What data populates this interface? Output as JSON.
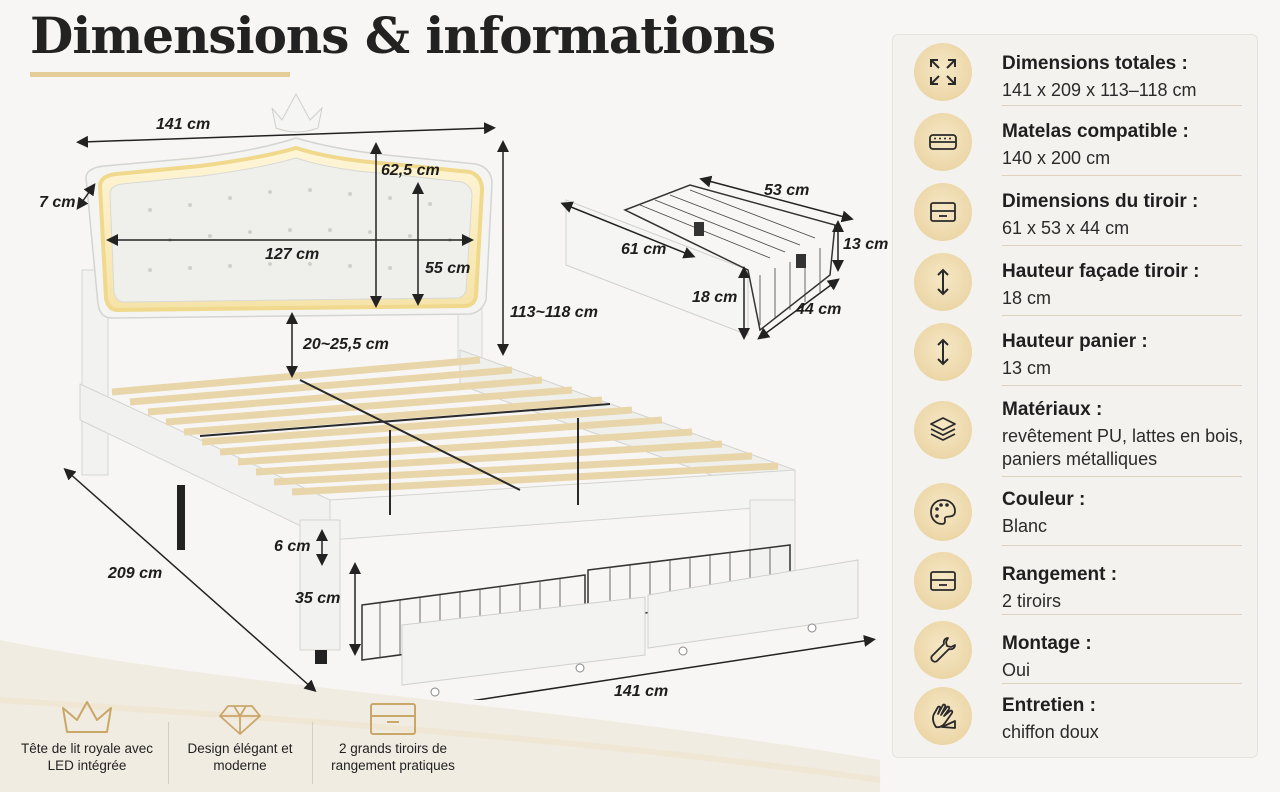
{
  "title": "Dimensions & informations",
  "dimensions": {
    "bed_width_top": "141 cm",
    "headboard_thickness": "7 cm",
    "crown_height": "62,5 cm",
    "headboard_inner_width": "127 cm",
    "headboard_panel_height": "55 cm",
    "total_height": "113~118 cm",
    "clearance": "20~25,5 cm",
    "bed_length": "209 cm",
    "frame_thickness": "6 cm",
    "leg_height": "35 cm",
    "bed_width_bottom": "141 cm",
    "drawer_width": "53 cm",
    "drawer_length": "61 cm",
    "basket_height": "13 cm",
    "drawer_front_height": "18 cm",
    "drawer_depth": "44 cm"
  },
  "features": [
    {
      "icon": "crown-icon",
      "label": "Tête de lit royale avec LED intégrée"
    },
    {
      "icon": "diamond-icon",
      "label": "Design élégant et moderne"
    },
    {
      "icon": "drawer-icon",
      "label": "2 grands tiroirs de rangement pratiques"
    }
  ],
  "specs": [
    {
      "icon": "expand-arrows-icon",
      "label": "Dimensions totales :",
      "value": "141 x 209 x 113–118 cm"
    },
    {
      "icon": "mattress-icon",
      "label": "Matelas compatible :",
      "value": "140 x 200 cm"
    },
    {
      "icon": "drawer-icon",
      "label": "Dimensions du tiroir :",
      "value": "61 x 53 x 44 cm"
    },
    {
      "icon": "vertical-arrow-icon",
      "label": "Hauteur façade tiroir :",
      "value": "18 cm"
    },
    {
      "icon": "vertical-arrow-icon",
      "label": "Hauteur panier :",
      "value": "13 cm"
    },
    {
      "icon": "layers-icon",
      "label": "Matériaux :",
      "value": "revêtement PU, lattes en bois,",
      "value2": "paniers métalliques"
    },
    {
      "icon": "palette-icon",
      "label": "Couleur :",
      "value": "Blanc"
    },
    {
      "icon": "drawer-icon",
      "label": "Rangement :",
      "value": "2 tiroirs"
    },
    {
      "icon": "wrench-icon",
      "label": "Montage :",
      "value": "Oui"
    },
    {
      "icon": "cleaning-cloth-icon",
      "label": "Entretien :",
      "value": "chiffon doux"
    }
  ],
  "colors": {
    "accent": "#e4cc98",
    "icon_bg": "#edd9ab",
    "panel_bg": "#f3f2ef"
  }
}
